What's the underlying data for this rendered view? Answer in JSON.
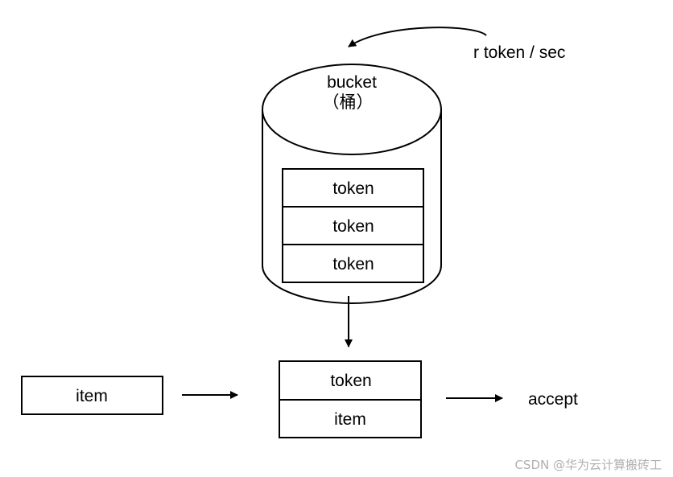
{
  "diagram": {
    "rate_label": "r token / sec",
    "bucket_label": "bucket",
    "bucket_label_cn": "（桶）",
    "bucket_tokens": [
      "token",
      "token",
      "token"
    ],
    "input_item_label": "item",
    "pair_token_label": "token",
    "pair_item_label": "item",
    "output_label": "accept"
  },
  "watermark": "CSDN @华为云计算搬砖工"
}
